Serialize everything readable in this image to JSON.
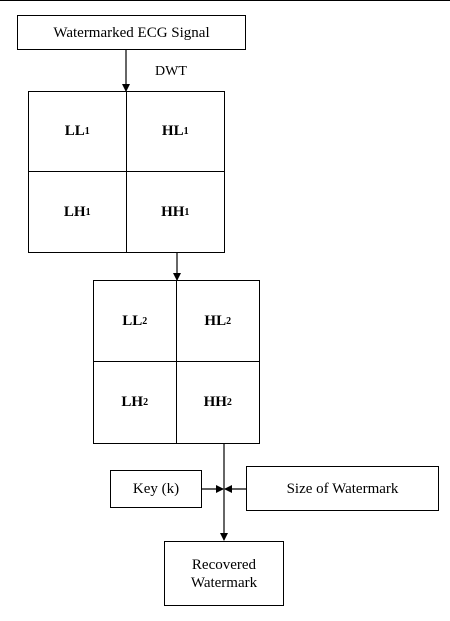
{
  "input_box": {
    "label": "Watermarked ECG Signal"
  },
  "transform_label": "DWT",
  "level1": {
    "ll": {
      "main": "LL",
      "sub": "1"
    },
    "hl": {
      "main": "HL",
      "sub": "1"
    },
    "lh": {
      "main": "LH",
      "sub": "1"
    },
    "hh": {
      "main": "HH",
      "sub": "1"
    }
  },
  "level2": {
    "ll": {
      "main": "LL",
      "sub": "2"
    },
    "hl": {
      "main": "HL",
      "sub": "2"
    },
    "lh": {
      "main": "LH",
      "sub": "2"
    },
    "hh": {
      "main": "HH",
      "sub": "2"
    }
  },
  "key_box": {
    "label": "Key (k)"
  },
  "size_box": {
    "label": "Size of Watermark"
  },
  "output_box": {
    "line1": "Recovered",
    "line2": "Watermark"
  }
}
